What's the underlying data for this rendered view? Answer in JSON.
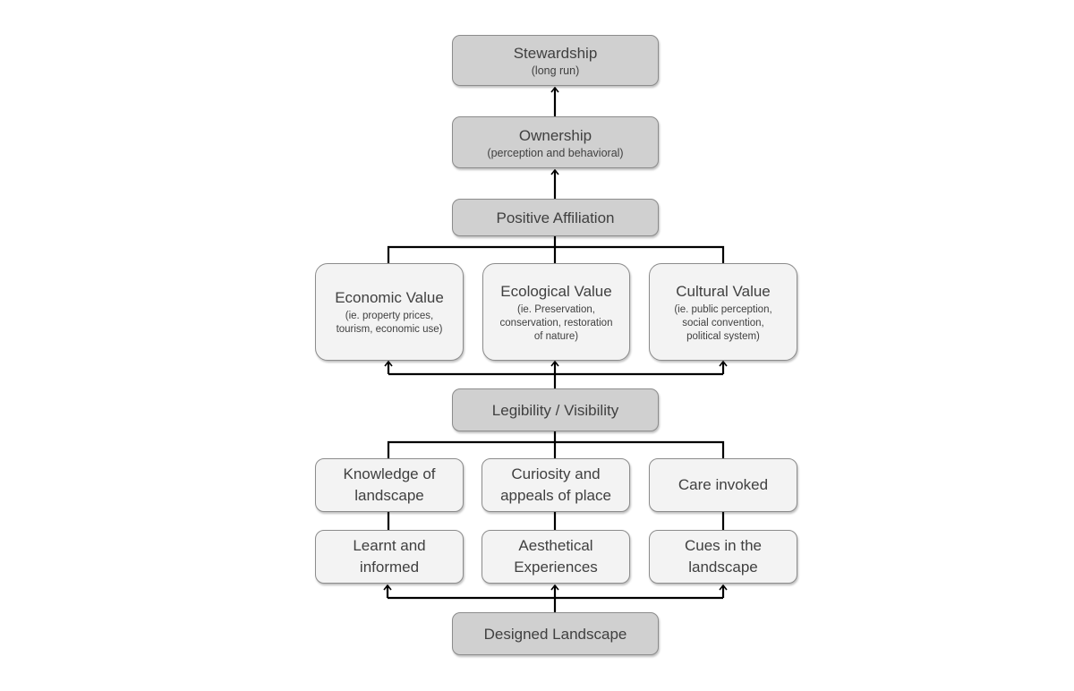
{
  "nodes": {
    "stewardship": {
      "title": "Stewardship",
      "sub": "(long run)"
    },
    "ownership": {
      "title": "Ownership",
      "sub": "(perception and behavioral)"
    },
    "positive_affiliation": {
      "title": "Positive Affiliation"
    },
    "economic_value": {
      "title": "Economic Value",
      "sub1": "(ie. property prices,",
      "sub2": "tourism, economic use)"
    },
    "ecological_value": {
      "title": "Ecological Value",
      "sub1": "(ie. Preservation,",
      "sub2": "conservation, restoration",
      "sub3": "of nature)"
    },
    "cultural_value": {
      "title": "Cultural Value",
      "sub1": "(ie. public perception,",
      "sub2": "social convention,",
      "sub3": "political system)"
    },
    "legibility_visibility": {
      "title": "Legibility / Visibility"
    },
    "knowledge_of_landscape": {
      "line1": "Knowledge of",
      "line2": "landscape"
    },
    "curiosity_appeals": {
      "line1": "Curiosity and",
      "line2": "appeals of place"
    },
    "care_invoked": {
      "line1": "Care invoked"
    },
    "learnt_informed": {
      "line1": "Learnt and",
      "line2": "informed"
    },
    "aesthetical_experiences": {
      "line1": "Aesthetical",
      "line2": "Experiences"
    },
    "cues_landscape": {
      "line1": "Cues in the",
      "line2": "landscape"
    },
    "designed_landscape": {
      "title": "Designed Landscape"
    }
  },
  "colors": {
    "dark_box": "#d0d0d0",
    "light_box": "#f3f3f3",
    "border": "#8c8c8c",
    "text": "#404040",
    "line": "#000000"
  }
}
